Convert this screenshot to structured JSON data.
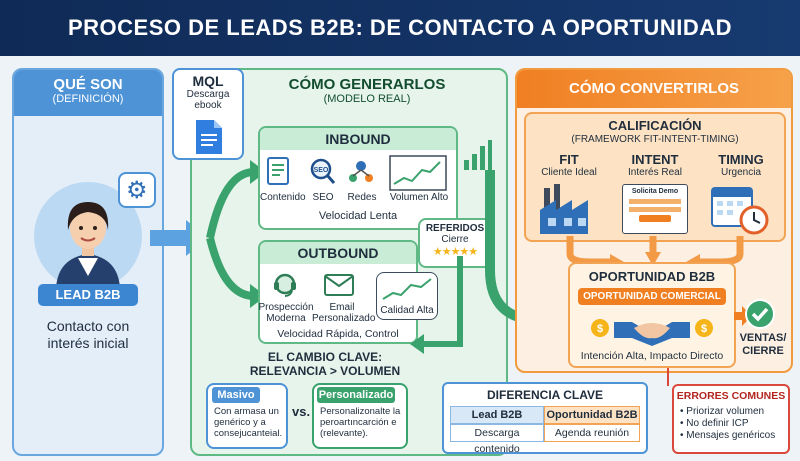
{
  "header": {
    "title": "PROCESO DE LEADS B2B: DE CONTACTO A OPORTUNIDAD"
  },
  "que_son": {
    "title": "QUÉ SON",
    "subtitle": "(DEFINICIÓN)",
    "badge": "LEAD B2B",
    "description": "Contacto con interés inicial"
  },
  "mql": {
    "title": "MQL",
    "line1": "Descarga",
    "line2": "ebook"
  },
  "generarlos": {
    "title": "CÓMO GENERARLOS",
    "subtitle": "(MODELO REAL)",
    "inbound": {
      "title": "INBOUND",
      "items": [
        "Contenido",
        "SEO",
        "Redes",
        "Volumen Alto"
      ],
      "speed": "Velocidad Lenta"
    },
    "referidos": {
      "title": "REFERIDOS",
      "sub": "Cierre"
    },
    "outbound": {
      "title": "OUTBOUND",
      "items": [
        "Prospección Moderna",
        "Email Personalizado",
        "Calidad Alta"
      ],
      "speed": "Velocidad Rápida, Control"
    },
    "cambio": {
      "line1": "EL CAMBIO CLAVE:",
      "line2": "RELEVANCIA > VOLUMEN"
    },
    "masivo": {
      "title": "Masivo",
      "text": "Con armasa un genérico y a consejucanteial."
    },
    "vs": "vs.",
    "personalizado": {
      "title": "Personalizado",
      "text": "Personalizonalte la peroartıncarción e (relevante)."
    }
  },
  "convertirlos": {
    "title": "CÓMO CONVERTIRLOS",
    "calificacion": {
      "title": "CALIFICACIÓN",
      "subtitle": "(FRAMEWORK FIT-INTENT-TIMING)"
    },
    "fit": {
      "title": "FIT",
      "sub": "Cliente Ideal"
    },
    "intent": {
      "title": "INTENT",
      "sub": "Interés Real",
      "form_label": "Solicita Demo"
    },
    "timing": {
      "title": "TIMING",
      "sub": "Urgencia"
    },
    "oportunidad": {
      "title": "OPORTUNIDAD B2B",
      "badge": "OPORTUNIDAD COMERCIAL",
      "caption": "Intención Alta, Impacto Directo"
    },
    "ventas": "VENTAS/ CIERRE"
  },
  "diferencia": {
    "title": "DIFERENCIA CLAVE",
    "headers": [
      "Lead B2B",
      "Oportunidad B2B"
    ],
    "row": [
      "Descarga contenido",
      "Agenda reunión"
    ]
  },
  "errores": {
    "title": "ERRORES COMUNES",
    "items": [
      "• Priorizar volumen",
      "• No definir ICP",
      "• Mensajes genéricos"
    ]
  },
  "colors": {
    "navy": "#0f2a56",
    "blue": "#4d93d6",
    "green": "#2e9e62",
    "orange": "#f07f22",
    "red": "#d9483b"
  }
}
